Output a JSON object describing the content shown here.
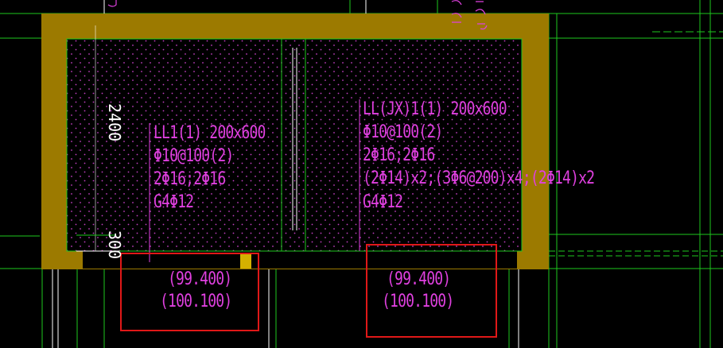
{
  "beams": [
    {
      "id": "LL1",
      "lines": [
        "LL1(1) 200x600",
        "Φ10@100(2)",
        "2Φ16;2Φ16",
        "G4Φ12"
      ],
      "elevations": [
        "(99.400)",
        "(100.100)"
      ]
    },
    {
      "id": "LL(JX)1",
      "lines": [
        "LL(JX)1(1) 200x600",
        "Φ10@100(2)",
        "2Φ16;2Φ16",
        "(2Φ14)x2;(3Φ6@200)x4;(2Φ14)x2",
        "G4Φ12"
      ],
      "elevations": [
        "(99.400)",
        "(100.100)"
      ]
    }
  ],
  "dimensions": {
    "height": "2400",
    "depth": "300"
  },
  "colors": {
    "background": "#000000",
    "wall": "#9c7a00",
    "annotation": "#e040e0",
    "grid": "#1ec81e",
    "highlight": "#e01818",
    "dimension": "#ffffff"
  }
}
